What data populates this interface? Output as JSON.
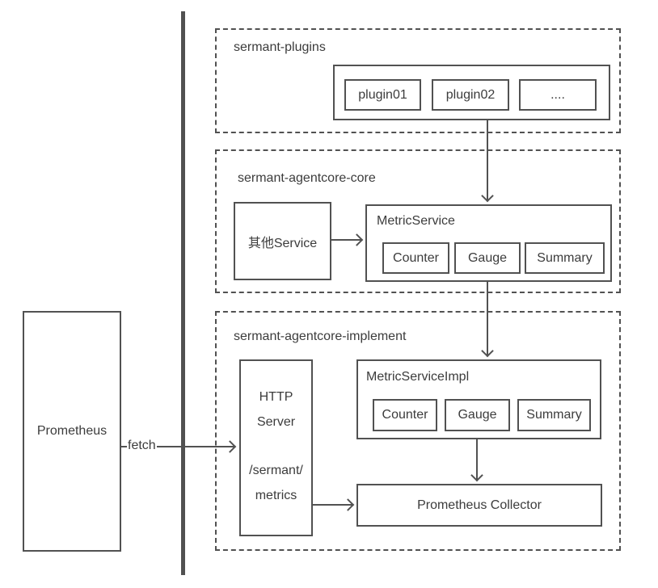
{
  "diagram": {
    "colors": {
      "stroke": "#515151",
      "text": "#3c3c3c",
      "background": "#ffffff"
    },
    "prometheus": {
      "label": "Prometheus"
    },
    "fetch_label": "fetch",
    "plugins": {
      "title": "sermant-plugins",
      "items": [
        "plugin01",
        "plugin02",
        "...."
      ]
    },
    "core": {
      "title": "sermant-agentcore-core",
      "other_service": "其他Service",
      "metric_service": {
        "title": "MetricService",
        "items": [
          "Counter",
          "Gauge",
          "Summary"
        ]
      }
    },
    "implement": {
      "title": "sermant-agentcore-implement",
      "http_server": {
        "line1": "HTTP",
        "line2": "Server",
        "line3": "/sermant/",
        "line4": "metrics"
      },
      "metric_service_impl": {
        "title": "MetricServiceImpl",
        "items": [
          "Counter",
          "Gauge",
          "Summary"
        ]
      },
      "collector": {
        "label": "Prometheus Collector"
      }
    }
  }
}
